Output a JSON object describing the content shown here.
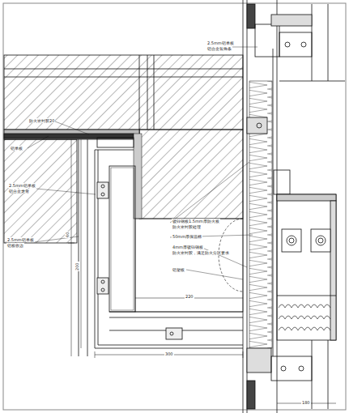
{
  "diagram": {
    "labels": [
      "2.5mm铝单板",
      "铝合金装饰条",
      "防火密封胶20",
      "铝单板",
      "2.5mm铝单板",
      "铝合金龙骨",
      "2.5mm铝单板",
      "铝板收边",
      "镀锌钢板1.5mm厚防火板",
      "防火密封胶处理",
      "50mm厚保温棉",
      "4mm厚镀锌钢板",
      "防火密封胶，满足防火分区要求",
      "铝塑板",
      "60",
      "200",
      "220",
      "300",
      "180"
    ]
  }
}
